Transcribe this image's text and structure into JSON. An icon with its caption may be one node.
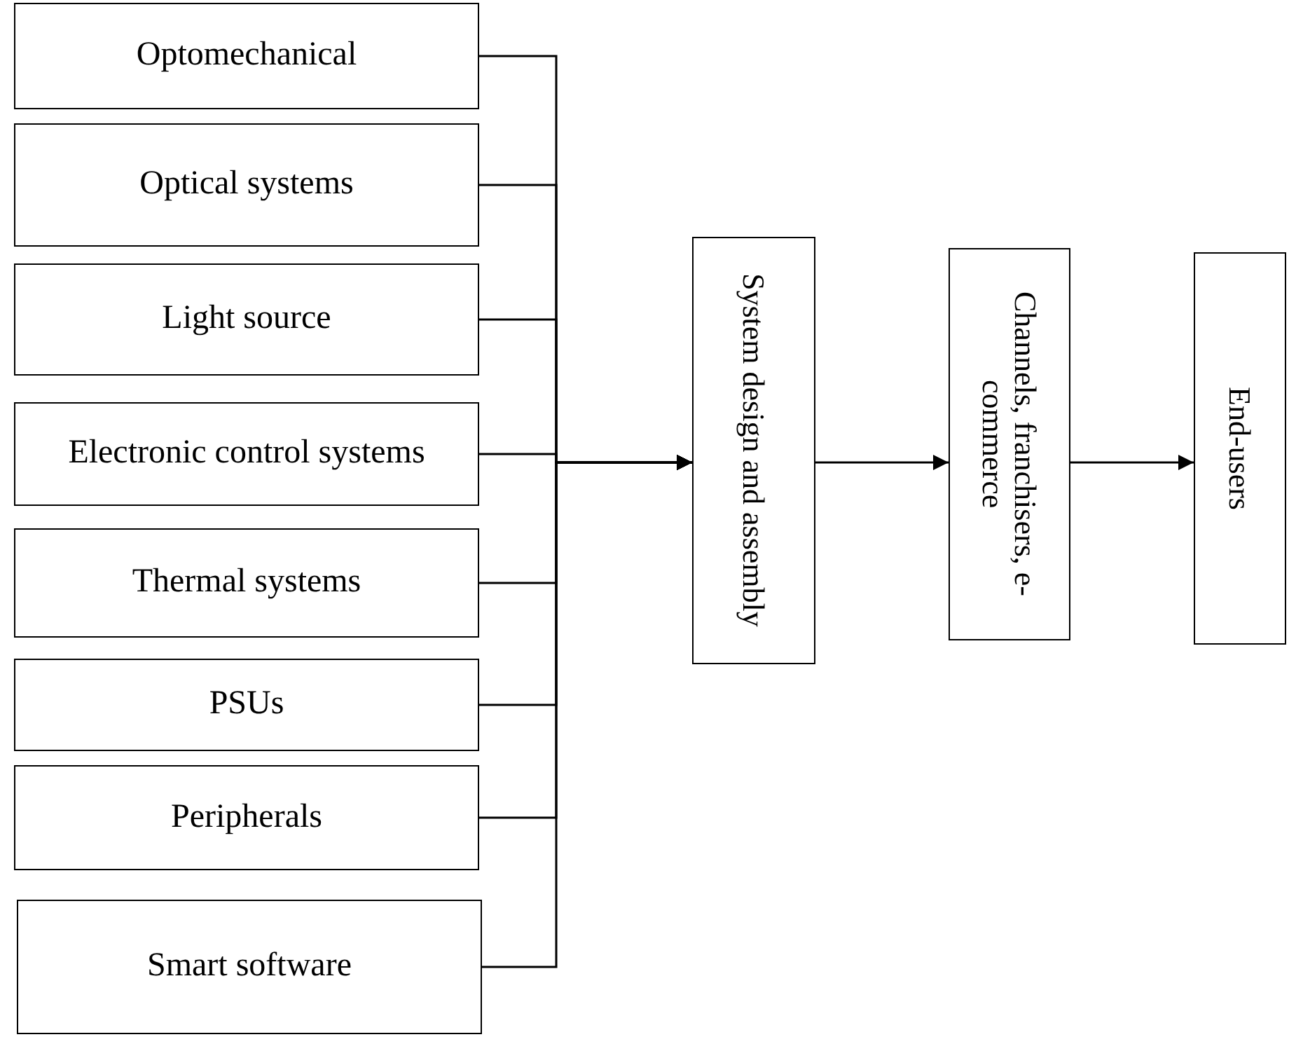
{
  "diagram": {
    "nodes": [
      {
        "text": [
          "Optomechanical"
        ]
      },
      {
        "text": [
          "Optical systems"
        ]
      },
      {
        "text": [
          "Light source"
        ]
      },
      {
        "text": [
          "Electronic control systems"
        ]
      },
      {
        "text": [
          "Thermal systems"
        ]
      },
      {
        "text": [
          "PSUs"
        ]
      },
      {
        "text": [
          "Peripherals"
        ]
      },
      {
        "text": [
          "Smart software"
        ]
      },
      {
        "text": [
          "System design and assembly"
        ]
      },
      {
        "text": [
          "Channels, franchisers, e-commerce"
        ]
      },
      {
        "text": [
          "End-users"
        ]
      }
    ],
    "edges": [
      {
        "from": 0,
        "to": 8,
        "arrow": "to"
      },
      {
        "from": 1,
        "to": 8,
        "arrow": "to"
      },
      {
        "from": 2,
        "to": 8,
        "arrow": "to"
      },
      {
        "from": 3,
        "to": 8,
        "arrow": "to"
      },
      {
        "from": 4,
        "to": 8,
        "arrow": "to"
      },
      {
        "from": 5,
        "to": 8,
        "arrow": "to"
      },
      {
        "from": 6,
        "to": 8,
        "arrow": "to"
      },
      {
        "from": 7,
        "to": 8,
        "arrow": "to"
      },
      {
        "from": 8,
        "to": 9,
        "arrow": "to"
      },
      {
        "from": 9,
        "to": 10,
        "arrow": "to"
      }
    ]
  }
}
